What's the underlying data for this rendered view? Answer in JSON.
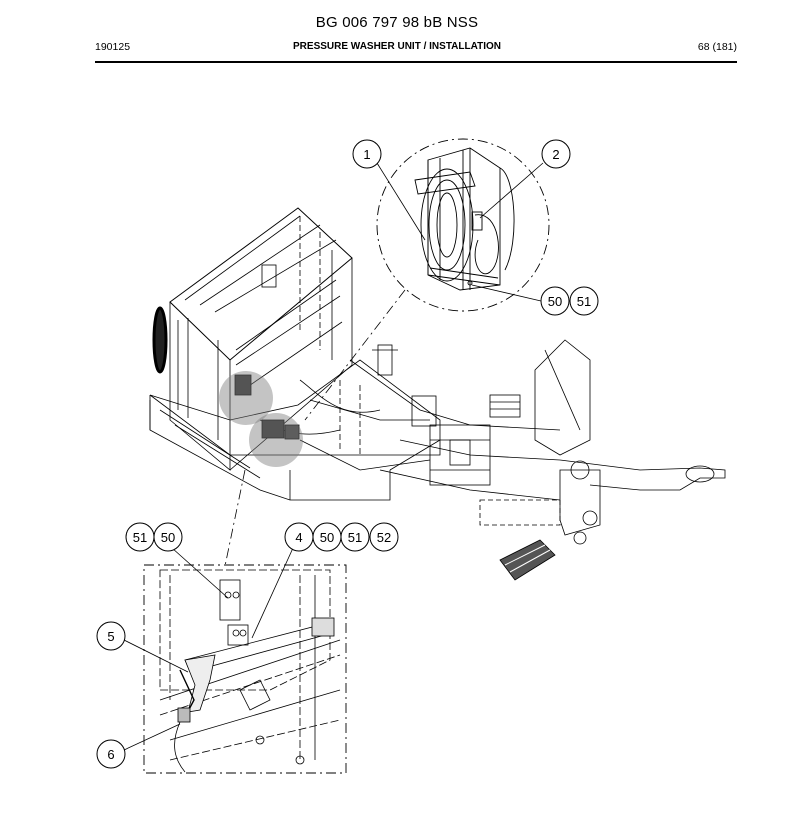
{
  "header": {
    "doc_code": "BG 006 797 98 bB NSS",
    "date": "190125",
    "section_title": "PRESSURE WASHER UNIT / INSTALLATION",
    "page": "68 (181)"
  },
  "callouts": {
    "c1": "1",
    "c2": "2",
    "c50a": "50",
    "c51a": "51",
    "c51b": "51",
    "c50b": "50",
    "c4": "4",
    "c50c": "50",
    "c51c": "51",
    "c52": "52",
    "c5": "5",
    "c6": "6"
  },
  "icons": {
    "main": "machine-chassis-drawing-icon",
    "reel": "hose-reel-detail-icon",
    "gun": "spray-gun-detail-icon"
  }
}
